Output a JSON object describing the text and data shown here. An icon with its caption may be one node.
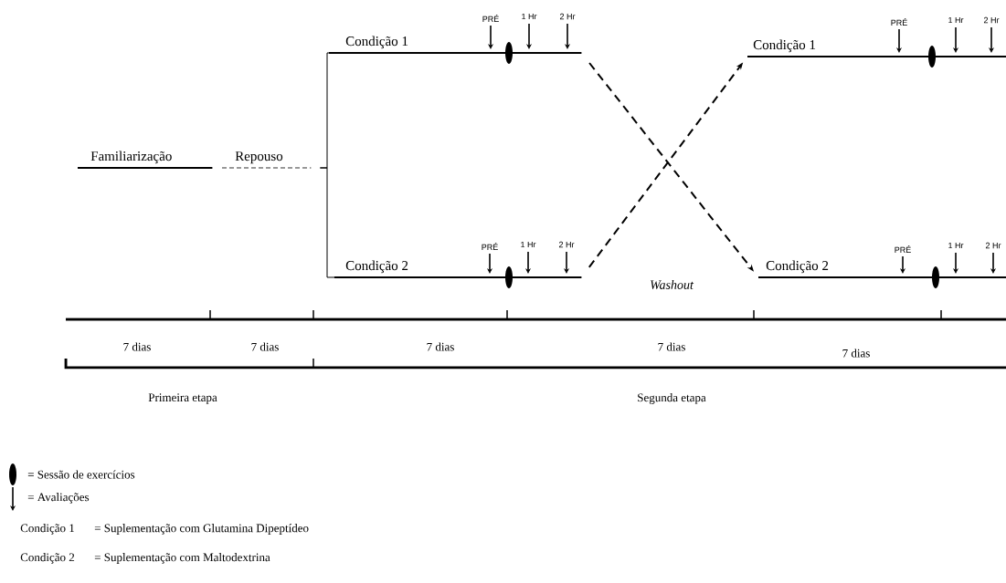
{
  "diagram": {
    "nodes": [
      {
        "text": [
          "Familiarização"
        ]
      },
      {
        "text": [
          "Repouso"
        ]
      },
      {
        "text": [
          "Condição 1"
        ],
        "beside": [
          "PRÉ",
          "1 Hr",
          "2 Hr"
        ]
      },
      {
        "text": [
          "Condição 2"
        ],
        "beside": [
          "PRÉ",
          "1 Hr",
          "2 Hr"
        ]
      },
      {
        "text": [
          "Condição 1"
        ],
        "beside": [
          "PRÉ",
          "1 Hr",
          "2 Hr"
        ]
      },
      {
        "text": [
          "Condição 2"
        ],
        "beside": [
          "PRÉ",
          "1 Hr",
          "2 Hr"
        ]
      }
    ],
    "edges": [
      {
        "from": 1,
        "to": 2,
        "arrow": "none"
      },
      {
        "from": 1,
        "to": 3,
        "arrow": "none"
      },
      {
        "from": 2,
        "to": 5,
        "arrow": "to",
        "style": "dashed"
      },
      {
        "from": 3,
        "to": 4,
        "arrow": "to",
        "style": "dashed"
      }
    ],
    "labels": [
      "Washout",
      "7 dias",
      "7 dias",
      "7 dias",
      "7 dias",
      "7 dias",
      "Primeira etapa",
      "Segunda etapa",
      "Condição 1",
      "= Suplementação com Glutamina Dipeptídeo",
      "Condição 2",
      "= Suplementação com Maltodextrina"
    ],
    "legend": [
      {
        "text": "= Sessão de exercícios"
      },
      {
        "text": "= Avaliações"
      }
    ]
  }
}
